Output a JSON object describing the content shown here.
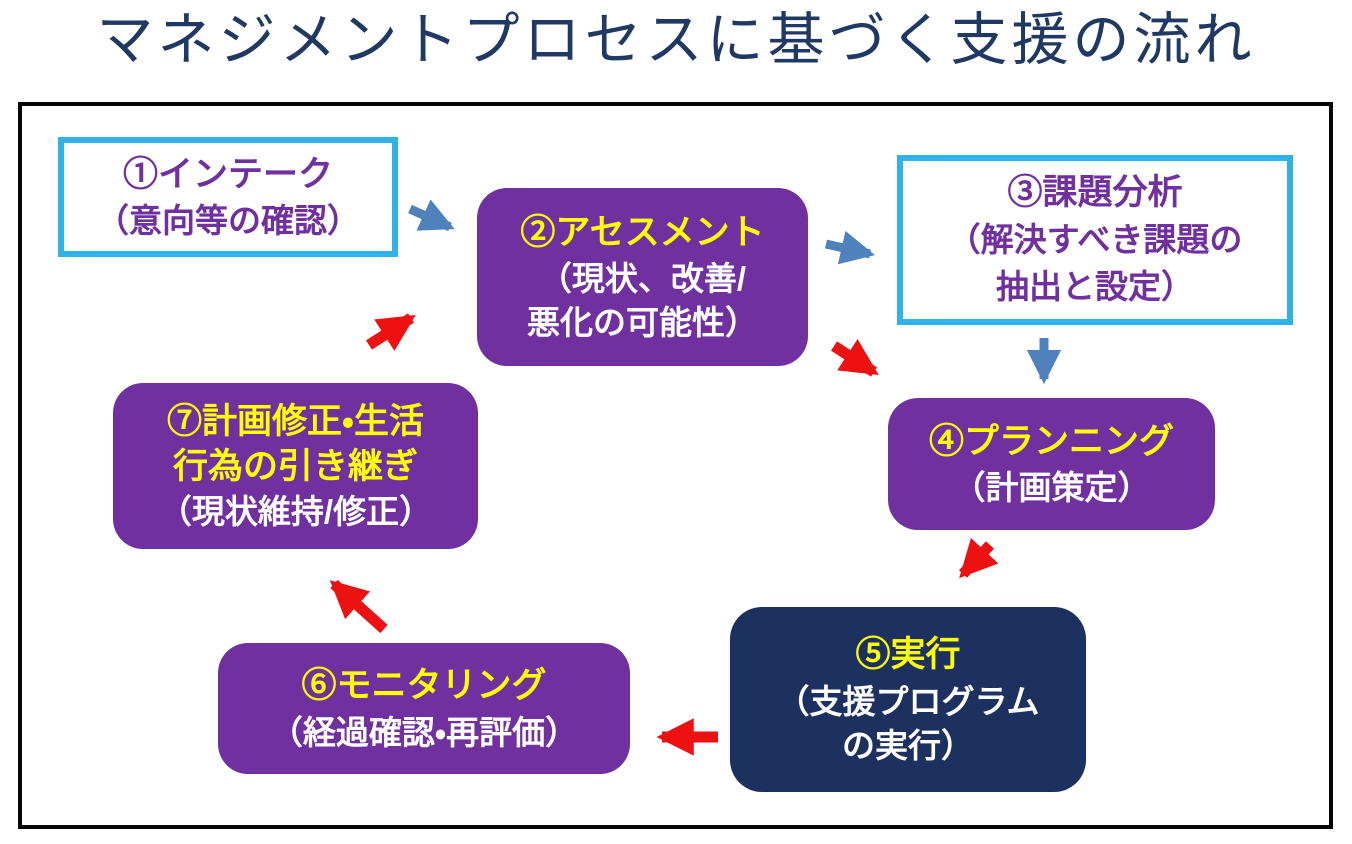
{
  "title": "マネジメントプロセスに基づく支援の流れ",
  "colors": {
    "title_text": "#1F3864",
    "frame_border": "#060606",
    "cyan_border": "#2EB2E8",
    "purple_box": "#7030A0",
    "navy_box": "#1D3161",
    "purple_text": "#7030A0",
    "yellow_text": "#FFFF00",
    "white_text": "#FFFFFF",
    "blue_arrow": "#4F81BD",
    "red_arrow": "#ED1111"
  },
  "flow": {
    "steps": [
      {
        "key": "intake",
        "style": "outlined",
        "title_lines": [
          "①インテーク"
        ],
        "subtitle_lines": [
          "（意向等の確認）"
        ]
      },
      {
        "key": "assessment",
        "style": "purple",
        "title_lines": [
          "②アセスメント"
        ],
        "subtitle_lines": [
          "（現状、改善/",
          "悪化の可能性）"
        ]
      },
      {
        "key": "analysis",
        "style": "outlined",
        "title_lines": [
          "③課題分析"
        ],
        "subtitle_lines": [
          "（解決すべき課題の",
          "抽出と設定）"
        ]
      },
      {
        "key": "planning",
        "style": "purple",
        "title_lines": [
          "④プランニング"
        ],
        "subtitle_lines": [
          "（計画策定）"
        ]
      },
      {
        "key": "execution",
        "style": "navy",
        "title_lines": [
          "⑤実行"
        ],
        "subtitle_lines": [
          "（支援プログラム",
          "の実行）"
        ]
      },
      {
        "key": "monitoring",
        "style": "purple",
        "title_lines": [
          "⑥モニタリング"
        ],
        "subtitle_lines": [
          "（経過確認・再評価）"
        ]
      },
      {
        "key": "revision",
        "style": "purple",
        "title_lines": [
          "⑦計画修正・生活",
          "行為の引き継ぎ"
        ],
        "subtitle_lines": [
          "（現状維持/修正）"
        ]
      }
    ],
    "arrows": [
      {
        "name": "intake-to-assessment",
        "color": "blue"
      },
      {
        "name": "assessment-to-analysis",
        "color": "blue"
      },
      {
        "name": "analysis-to-planning",
        "color": "blue"
      },
      {
        "name": "assessment-to-planning",
        "color": "red"
      },
      {
        "name": "planning-to-execution",
        "color": "red"
      },
      {
        "name": "execution-to-monitoring",
        "color": "red"
      },
      {
        "name": "monitoring-to-revision",
        "color": "red"
      },
      {
        "name": "revision-to-assessment",
        "color": "red"
      }
    ]
  }
}
